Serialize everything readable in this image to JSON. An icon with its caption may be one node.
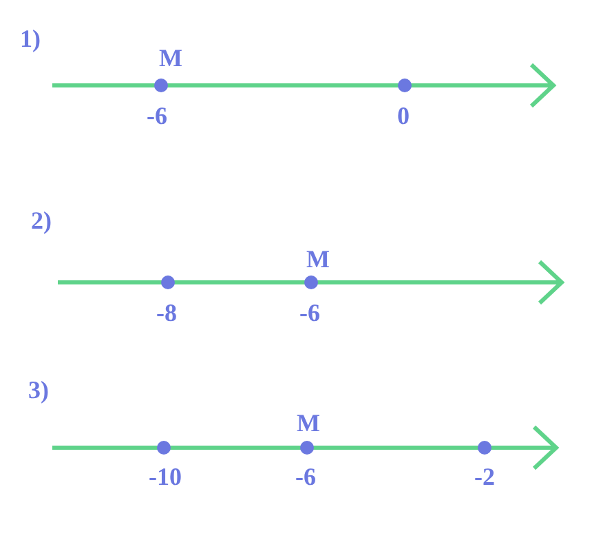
{
  "diagram": {
    "labels": [
      "1)",
      "M",
      "-6",
      "0",
      "2)",
      "-8",
      "M",
      "-6",
      "3)",
      "M",
      "-10",
      "-6",
      "-2"
    ]
  }
}
